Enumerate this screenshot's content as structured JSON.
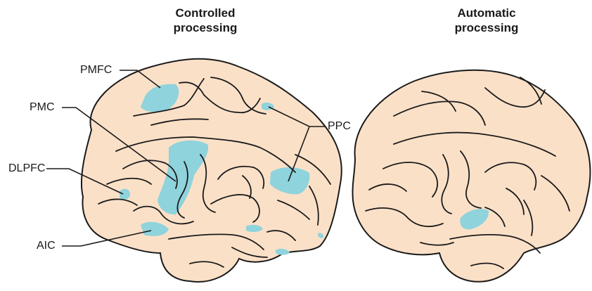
{
  "titles": {
    "left": "Controlled\nprocessing",
    "right": "Automatic\nprocessing"
  },
  "labels": {
    "pmfc": "PMFC",
    "pmc": "PMC",
    "dlpfc": "DLPFC",
    "aic": "AIC",
    "ppc": "PPC"
  },
  "colors": {
    "brain_fill": "#fbe0c8",
    "activation": "#8fd3dc",
    "outline": "#1a1a1a"
  }
}
